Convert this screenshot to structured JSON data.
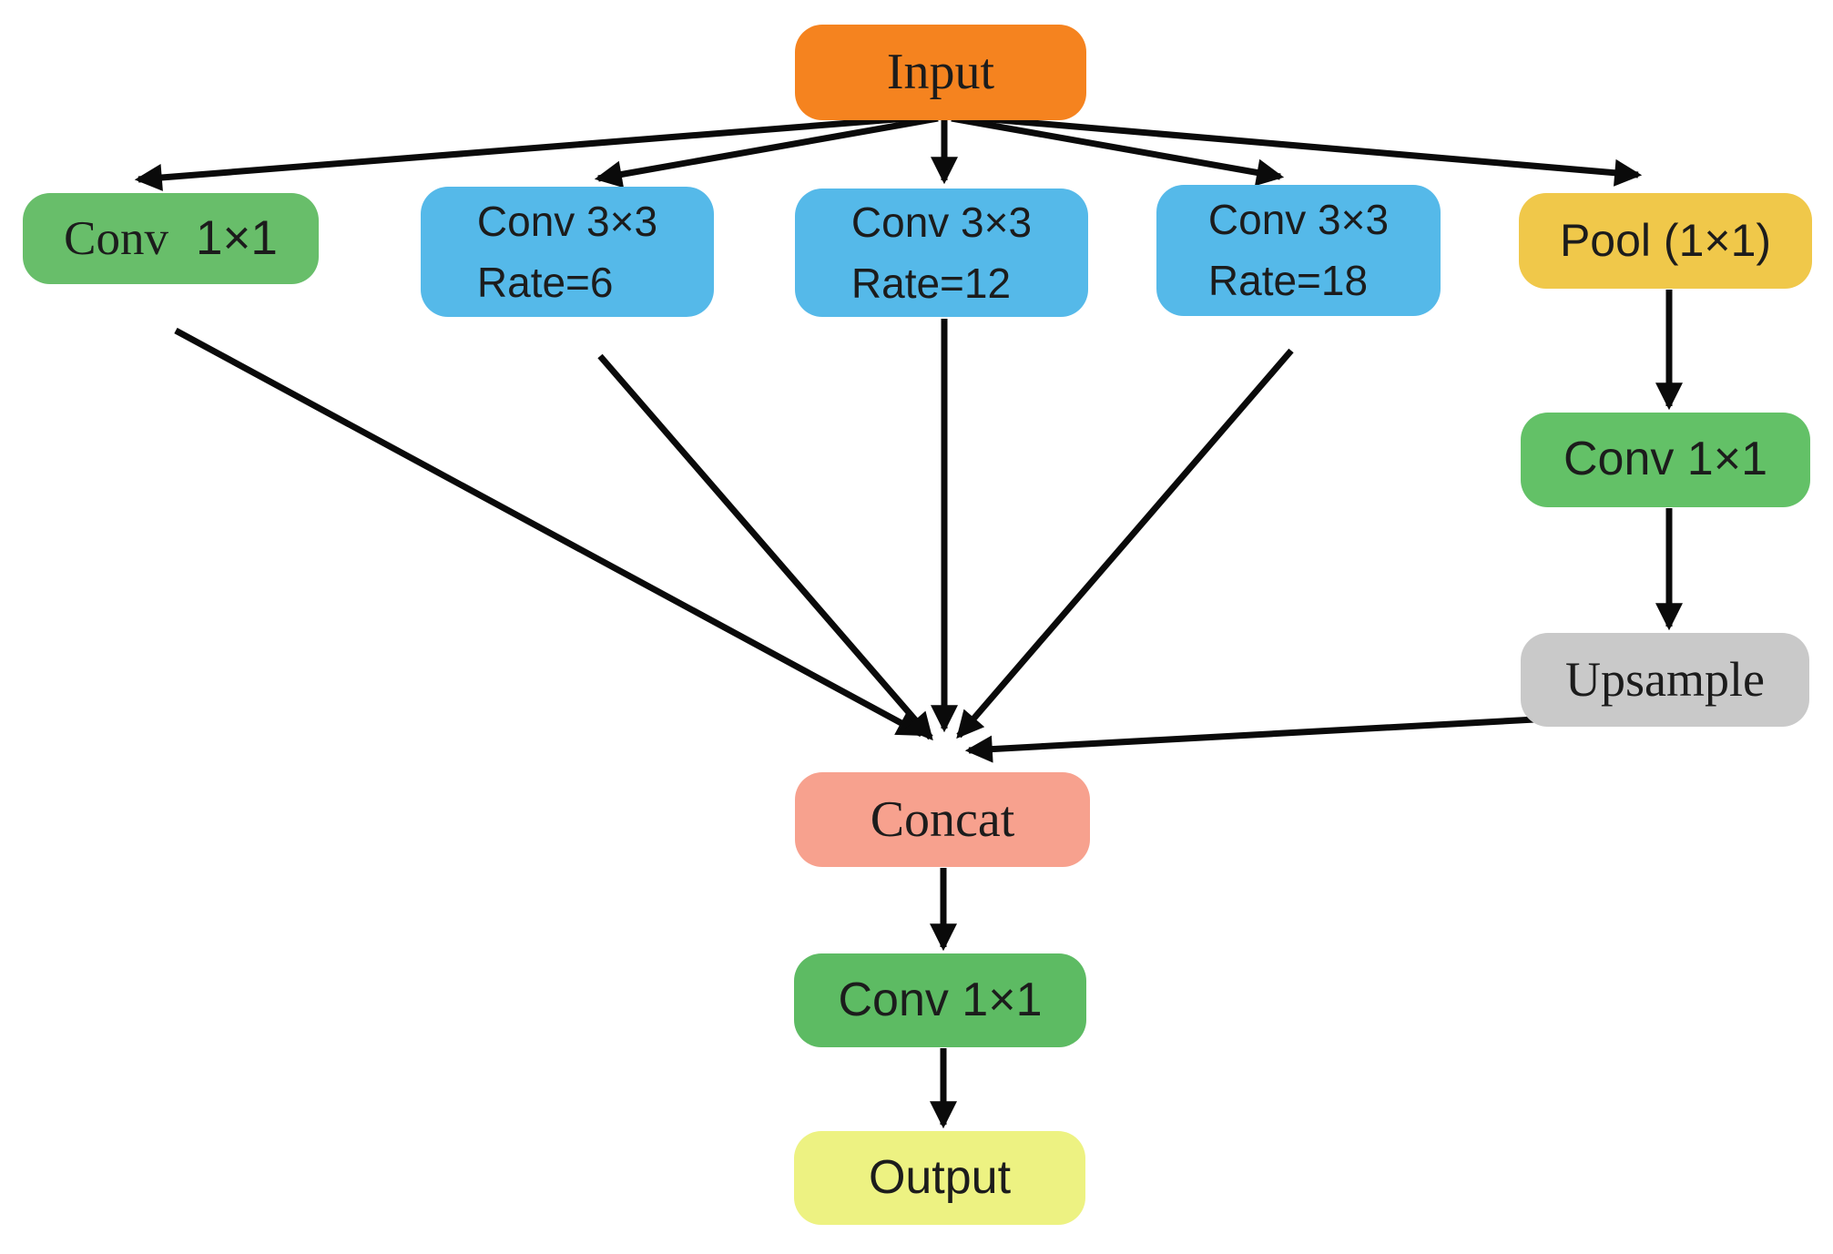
{
  "figure": {
    "type": "diagram",
    "description": "Atrous spatial pyramid pooling (ASPP) style network block diagram"
  },
  "colors": {
    "input_orange": "#F5831F",
    "conv_green": "#68BE6A",
    "conv_green_right": "#63C167",
    "conv_green_final": "#5DBB63",
    "atrous_blue": "#55B9E9",
    "pool_yellow": "#F0C84A",
    "upsample_gray": "#C9C9C9",
    "concat_salmon": "#F7A18E",
    "output_pale_yellow": "#EDF282",
    "arrow_black": "#0A0A0A",
    "background": "#FFFFFF",
    "text": "#1C1C1C"
  },
  "nodes": {
    "input": {
      "label": "Input"
    },
    "conv1x1_left": {
      "word1": "Conv",
      "word2": "1×1"
    },
    "conv3x3_rate6": {
      "line1": "Conv 3×3",
      "line2": "Rate=6"
    },
    "conv3x3_rate12": {
      "line1": "Conv 3×3",
      "line2": "Rate=12"
    },
    "conv3x3_rate18": {
      "line1": "Conv 3×3",
      "line2": "Rate=18"
    },
    "pool": {
      "label": "Pool (1×1)"
    },
    "conv1x1_right": {
      "label": "Conv 1×1"
    },
    "upsample": {
      "label": "Upsample"
    },
    "concat": {
      "label": "Concat"
    },
    "conv1x1_final": {
      "label": "Conv 1×1"
    },
    "output": {
      "label": "Output"
    }
  },
  "edges": [
    {
      "from": "input",
      "to": "conv1x1_left"
    },
    {
      "from": "input",
      "to": "conv3x3_rate6"
    },
    {
      "from": "input",
      "to": "conv3x3_rate12"
    },
    {
      "from": "input",
      "to": "conv3x3_rate18"
    },
    {
      "from": "input",
      "to": "pool"
    },
    {
      "from": "conv1x1_left",
      "to": "concat"
    },
    {
      "from": "conv3x3_rate6",
      "to": "concat"
    },
    {
      "from": "conv3x3_rate12",
      "to": "concat"
    },
    {
      "from": "conv3x3_rate18",
      "to": "concat"
    },
    {
      "from": "pool",
      "to": "conv1x1_right"
    },
    {
      "from": "conv1x1_right",
      "to": "upsample"
    },
    {
      "from": "upsample",
      "to": "concat"
    },
    {
      "from": "concat",
      "to": "conv1x1_final"
    },
    {
      "from": "conv1x1_final",
      "to": "output"
    }
  ]
}
